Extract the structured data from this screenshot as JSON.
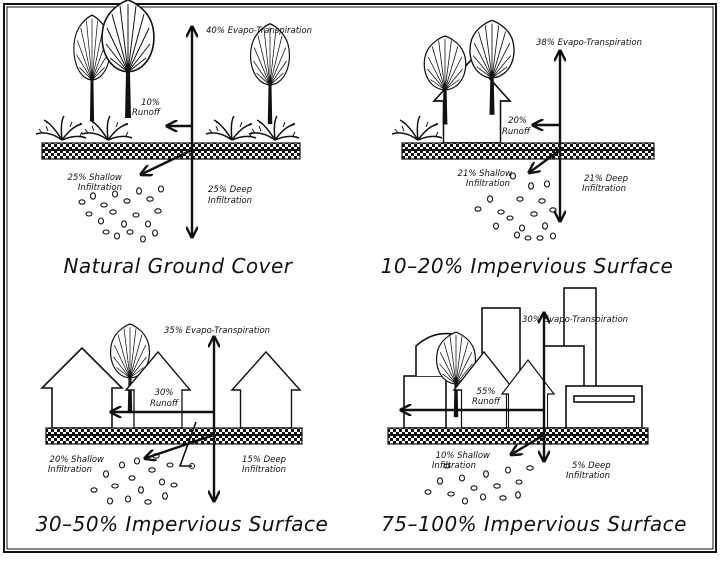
{
  "panels": [
    {
      "title": "Natural Ground Cover",
      "evapo": "40% Evapo-Transpiration",
      "runoff_pct": "10%",
      "runoff_word": "Runoff",
      "shallow_pct": "25% Shallow",
      "shallow_word": "Infiltration",
      "deep_pct": "25% Deep",
      "deep_word": "Infiltration"
    },
    {
      "title": "10–20% Impervious Surface",
      "evapo": "38% Evapo-Transpiration",
      "runoff_pct": "20%",
      "runoff_word": "Runoff",
      "shallow_pct": "21% Shallow",
      "shallow_word": "Infiltration",
      "deep_pct": "21% Deep",
      "deep_word": "Infiltration"
    },
    {
      "title": "30–50% Impervious Surface",
      "evapo": "35% Evapo-Transpiration",
      "runoff_pct": "30%",
      "runoff_word": "Runoff",
      "shallow_pct": "20% Shallow",
      "shallow_word": "Infiltration",
      "deep_pct": "15% Deep",
      "deep_word": "Infiltration"
    },
    {
      "title": "75–100% Impervious Surface",
      "evapo": "30% Evapo-Transpiration",
      "runoff_pct": "55%",
      "runoff_word": "Runoff",
      "shallow_pct": "10% Shallow",
      "shallow_word": "Infiltration",
      "deep_pct": "5% Deep",
      "deep_word": "Infiltration"
    }
  ]
}
